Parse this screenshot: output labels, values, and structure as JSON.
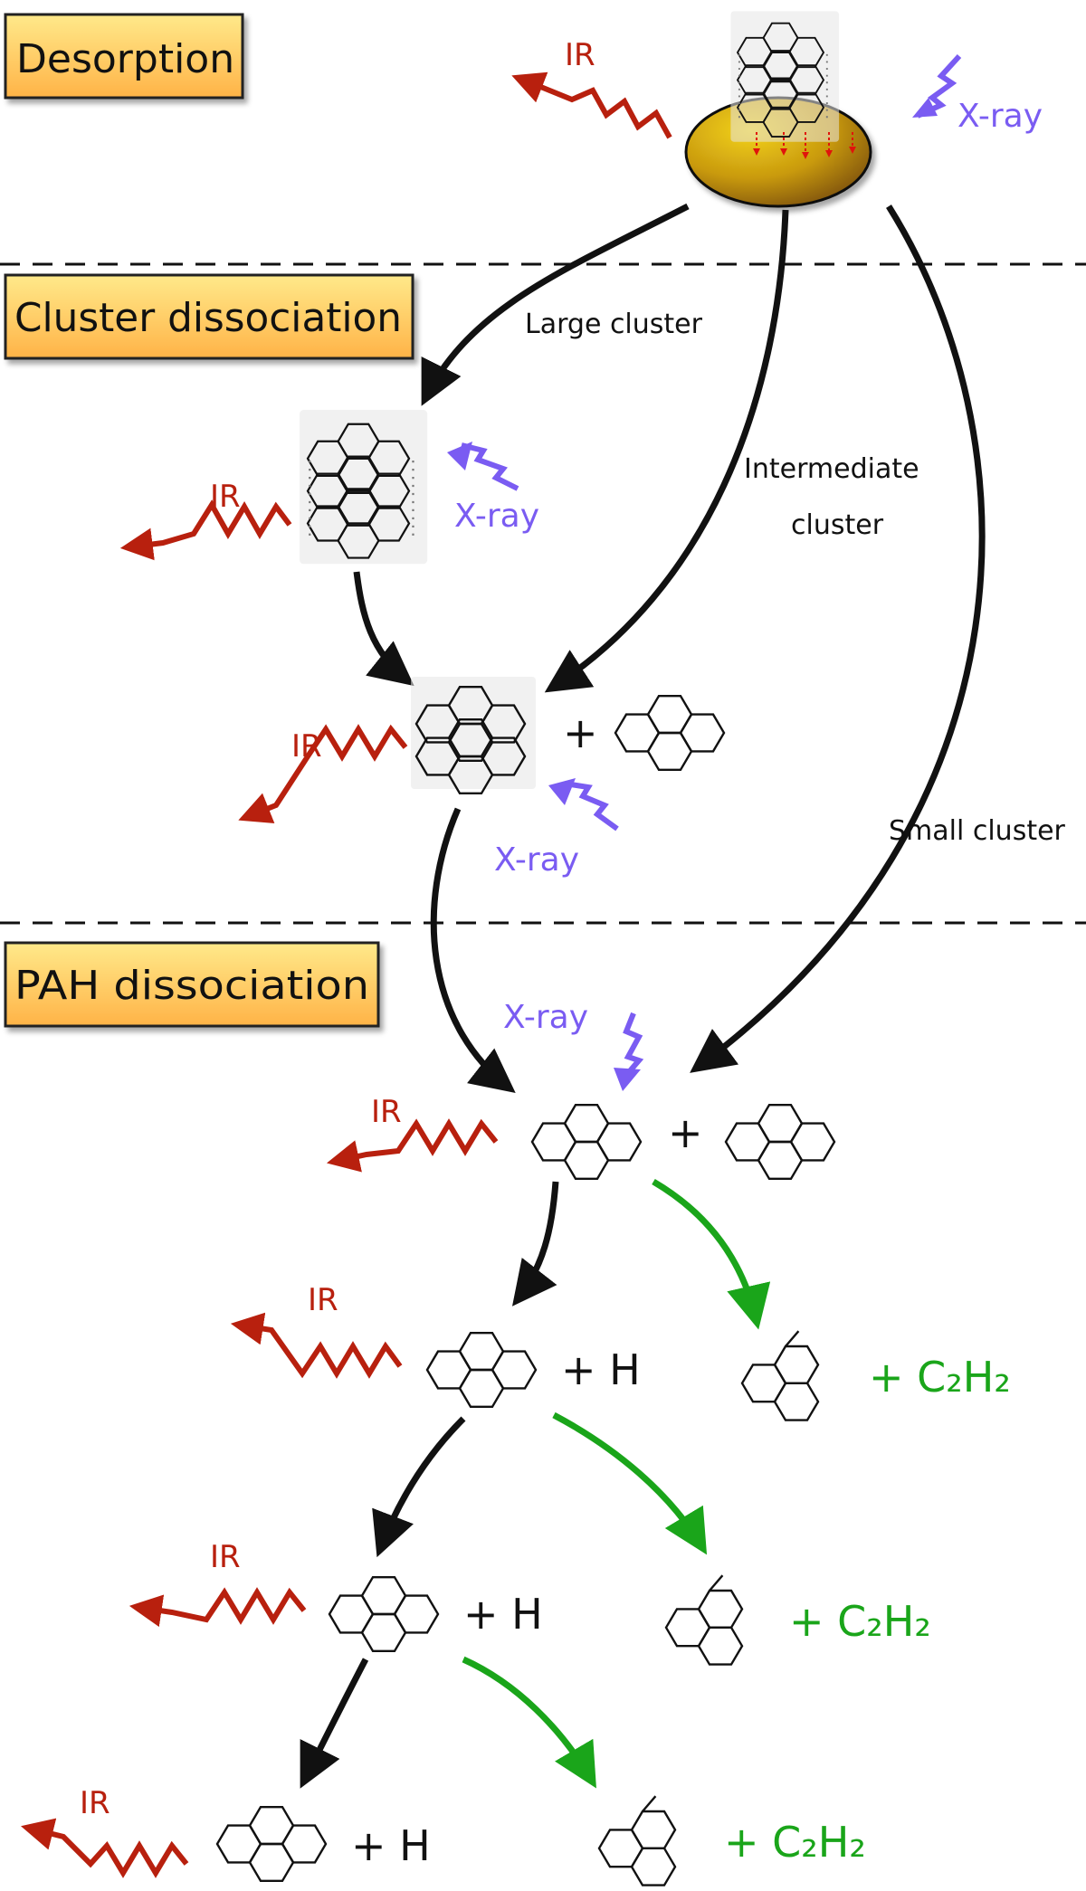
{
  "colors": {
    "ir": "#b8200e",
    "xray": "#7a5cf2",
    "green": "#1aa51a",
    "black": "#111111",
    "label_bg_top": "#ffe98a",
    "label_bg_bottom": "#ffb347",
    "grain_light": "#f3d316",
    "grain_dark": "#7a4e08"
  },
  "sections": {
    "desorption": "Desorption",
    "cluster": "Cluster dissociation",
    "pah": "PAH dissociation"
  },
  "labels": {
    "ir": "IR",
    "xray": "X-ray",
    "large_cluster": "Large cluster",
    "intermediate_1": "Intermediate",
    "intermediate_2": "cluster",
    "small_cluster": "Small cluster",
    "plus": "+",
    "plus_h": "+ H",
    "c2h2": "+ C₂H₂"
  },
  "icons": {
    "ir": "ir-photon-icon",
    "xray": "xray-photon-icon",
    "pah": "pyrene-molecule-icon",
    "grain": "dust-grain-icon"
  }
}
